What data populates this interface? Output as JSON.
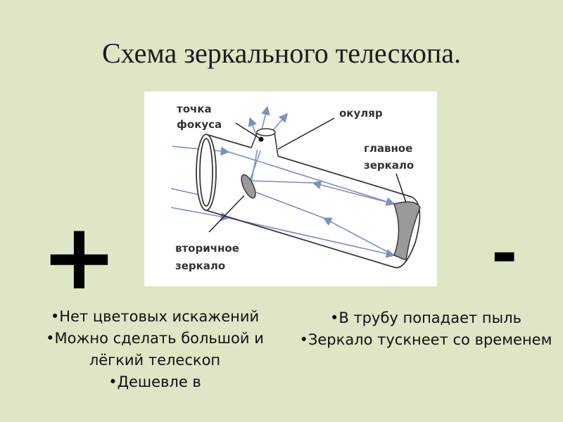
{
  "slide": {
    "title": "Схема зеркального телескопа."
  },
  "diagram": {
    "labels": {
      "focus_point_line1": "точка",
      "focus_point_line2": "фокуса",
      "eyepiece": "окуляр",
      "primary_mirror_line1": "главное",
      "primary_mirror_line2": "зеркало",
      "secondary_mirror_line1": "вторичное",
      "secondary_mirror_line2": "зеркало"
    },
    "colors": {
      "tube_outline": "#3a3a3a",
      "rays": "#7d8fc2",
      "mirror_fill": "#9a9a9a"
    }
  },
  "advantages": {
    "symbol": "+",
    "items": [
      "•Нет цветовых искажений",
      "•Можно сделать большой и лёгкий телескоп",
      "•Дешевле в"
    ]
  },
  "disadvantages": {
    "symbol": "-",
    "items": [
      "•В трубу попадает пыль",
      "•Зеркало тускнеет со временем"
    ]
  }
}
